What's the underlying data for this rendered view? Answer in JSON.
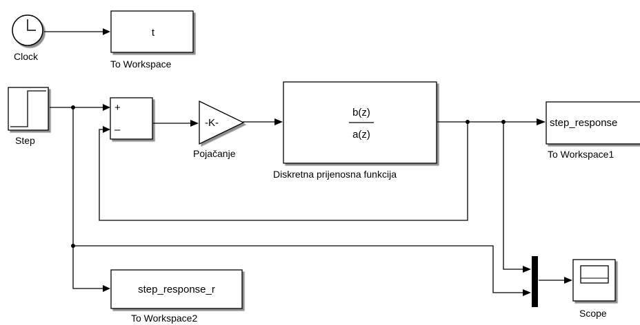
{
  "blocks": {
    "clock": {
      "name": "Clock"
    },
    "to_workspace": {
      "content": "t",
      "name": "To Workspace"
    },
    "step": {
      "name": "Step"
    },
    "sum": {
      "plus": "+",
      "minus": "–"
    },
    "gain": {
      "content": "-K-",
      "name": "Pojačanje"
    },
    "transfer_fn": {
      "numerator": "b(z)",
      "denominator": "a(z)",
      "name": "Diskretna prijenosna funkcija"
    },
    "to_workspace1": {
      "content": "step_response",
      "name": "To Workspace1"
    },
    "to_workspace2": {
      "content": "step_response_r",
      "name": "To Workspace2"
    },
    "scope": {
      "name": "Scope"
    }
  },
  "colors": {
    "line": "#000000",
    "block_fill": "#ffffff",
    "mux": "#000000"
  }
}
